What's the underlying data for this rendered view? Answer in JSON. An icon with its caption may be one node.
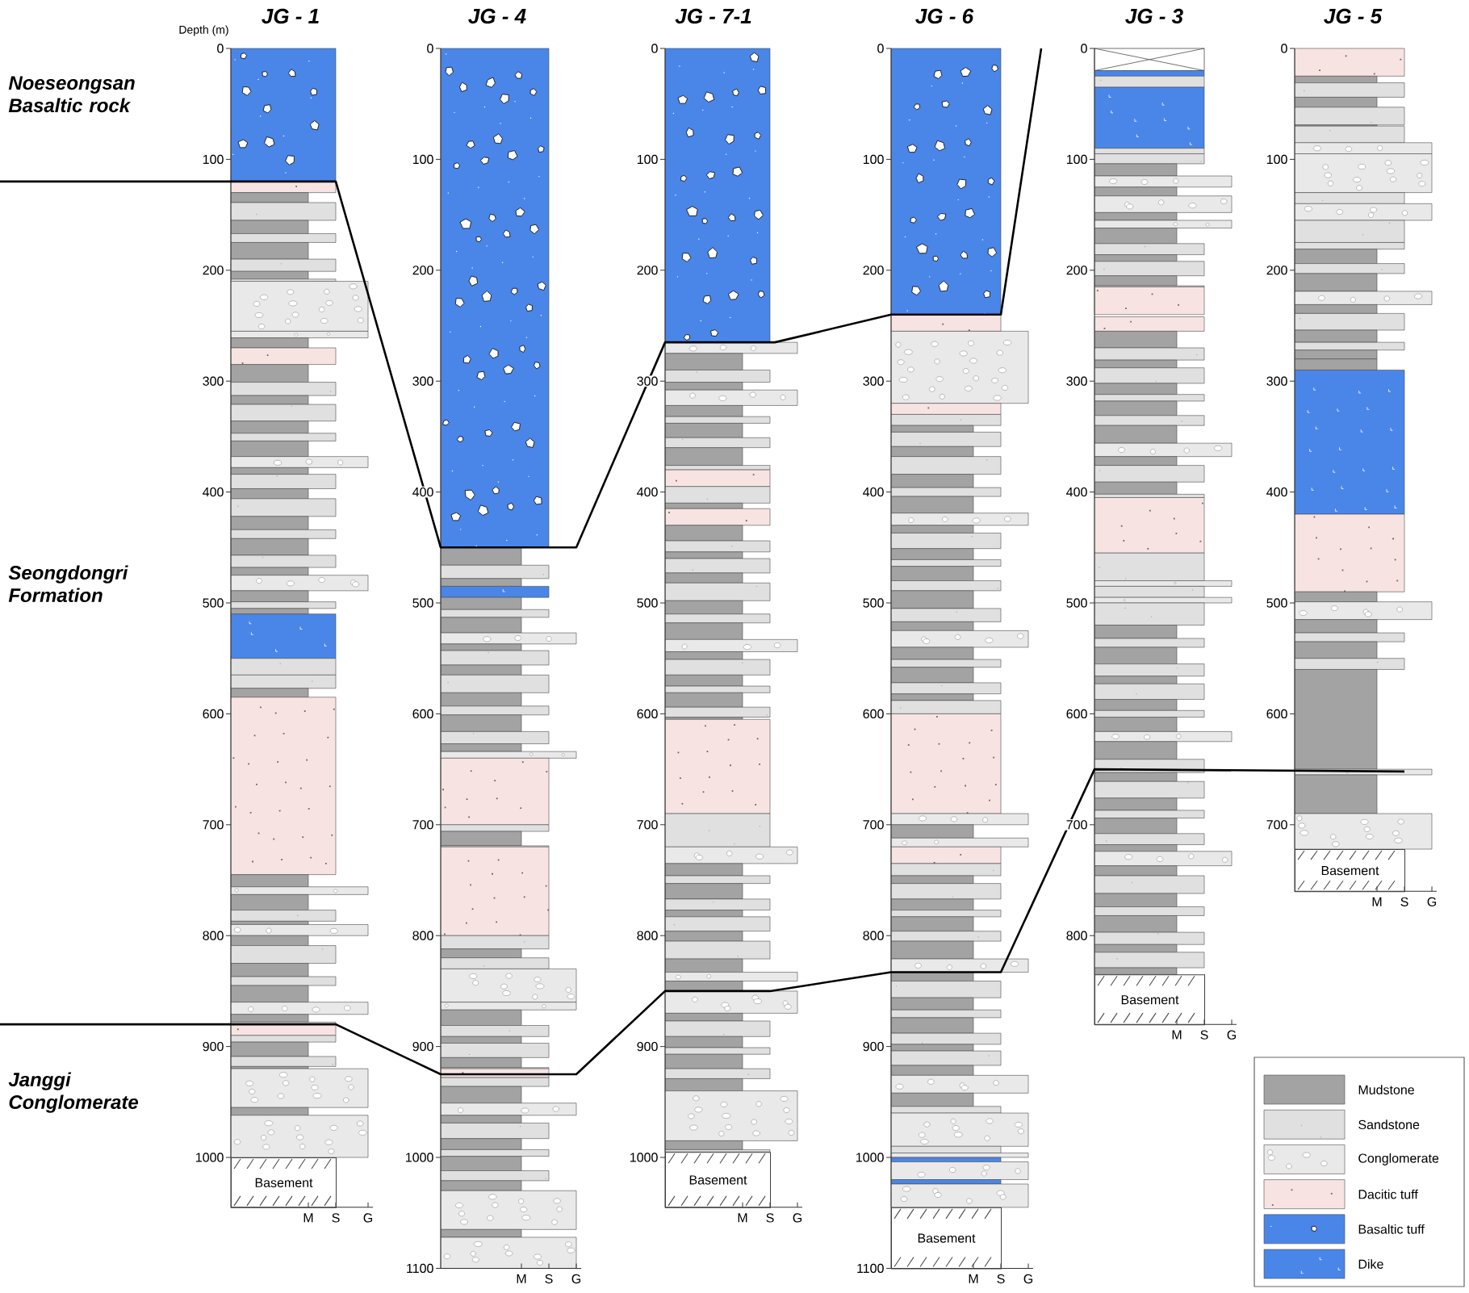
{
  "diagram": {
    "nodes": [
      {
        "text": [
          "Basement"
        ]
      },
      {
        "text": [
          "Basement"
        ]
      },
      {
        "text": [
          "Basement"
        ]
      },
      {
        "text": [
          "Basement"
        ]
      },
      {
        "text": [
          "Basement"
        ]
      }
    ],
    "labels": [
      "Depth (m)",
      "JG - 1",
      "JG - 4",
      "JG - 7-1",
      "JG - 6",
      "JG - 3",
      "JG - 5",
      "Noeseongsan Basaltic rock",
      "Seongdongri Formation",
      "Janggi Conglomerate",
      "0",
      "100",
      "200",
      "300",
      "400",
      "500",
      "600",
      "700",
      "800",
      "900",
      "1000",
      "0",
      "100",
      "200",
      "300",
      "400",
      "500",
      "600",
      "700",
      "800",
      "900",
      "1000",
      "1100",
      "0",
      "100",
      "200",
      "300",
      "400",
      "500",
      "600",
      "700",
      "800",
      "900",
      "1000",
      "0",
      "100",
      "200",
      "300",
      "400",
      "500",
      "600",
      "700",
      "800",
      "900",
      "1000",
      "1100",
      "0",
      "100",
      "200",
      "300",
      "400",
      "500",
      "600",
      "700",
      "800",
      "0",
      "100",
      "200",
      "300",
      "400",
      "500",
      "600",
      "700",
      "M",
      "S",
      "G",
      "M",
      "S",
      "G",
      "M",
      "S",
      "G",
      "M",
      "S",
      "G",
      "M",
      "S",
      "G",
      "M",
      "S",
      "G"
    ],
    "legend": [
      {
        "text": "Mudstone",
        "color": "#a3a3a3"
      },
      {
        "text": "Sandstone",
        "color": "#e0e0e0"
      },
      {
        "text": "Conglomerate",
        "color": "#e9e9e9"
      },
      {
        "text": "Dacitic tuff",
        "color": "#f8e3e3"
      },
      {
        "text": "Basaltic tuff",
        "color": "#4a86e8"
      },
      {
        "text": "Dike",
        "color": "#4a86e8"
      }
    ]
  }
}
